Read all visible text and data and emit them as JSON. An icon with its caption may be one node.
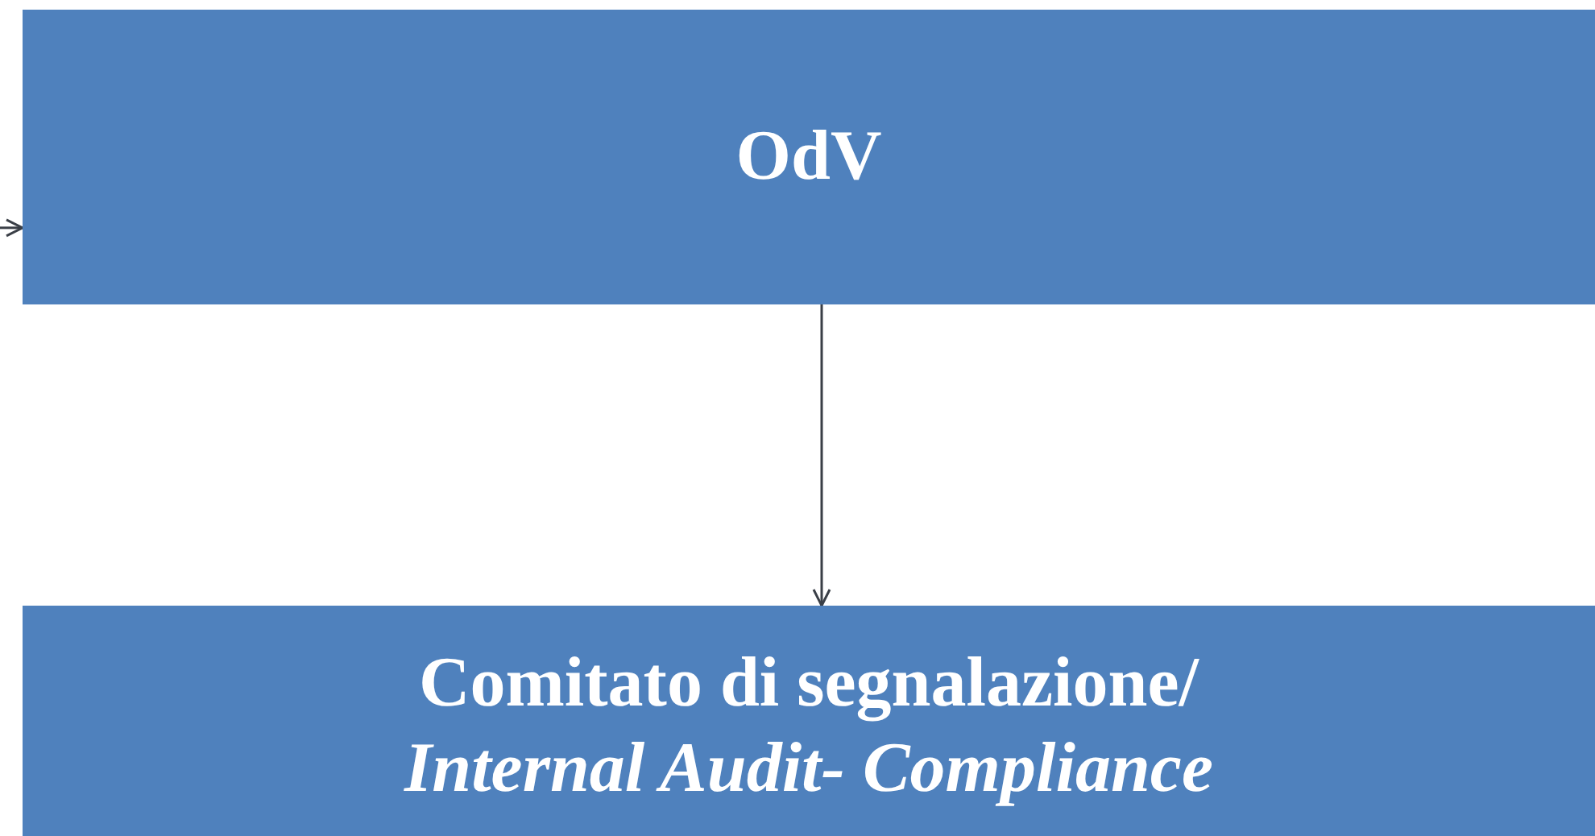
{
  "diagram": {
    "nodes": [
      {
        "text": [
          "OdV"
        ]
      },
      {
        "text": [
          "Comitato di segnalazione/ *Internal Audit- Compliance*"
        ]
      }
    ],
    "edges": [
      {
        "from": null,
        "to": 0,
        "arrow": "to"
      },
      {
        "from": 0,
        "to": 1,
        "arrow": "to"
      }
    ]
  }
}
